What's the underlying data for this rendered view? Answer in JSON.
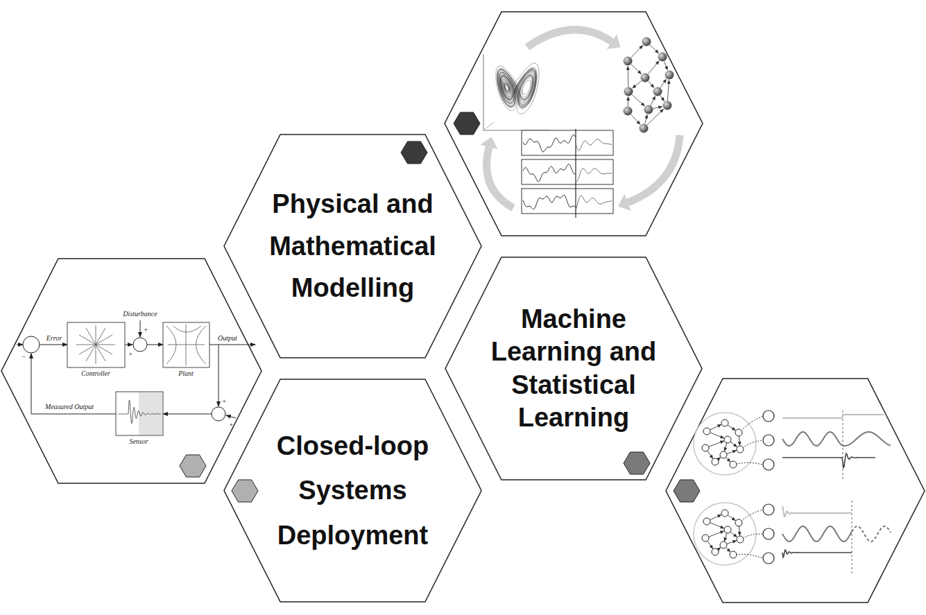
{
  "diagram": {
    "nodes": [
      {
        "text": [
          "Physical and Mathematical Modelling"
        ]
      },
      {
        "text": [
          "Machine Learning and Statistical Learning"
        ]
      },
      {
        "text": [
          "Closed-loop Systems Deployment"
        ]
      }
    ],
    "labels": [
      "Disturbance",
      "+",
      "Error",
      "+",
      "Output",
      "−",
      "Controller",
      "Plant",
      "+",
      "+",
      "Measured Output",
      "Sensor"
    ]
  }
}
